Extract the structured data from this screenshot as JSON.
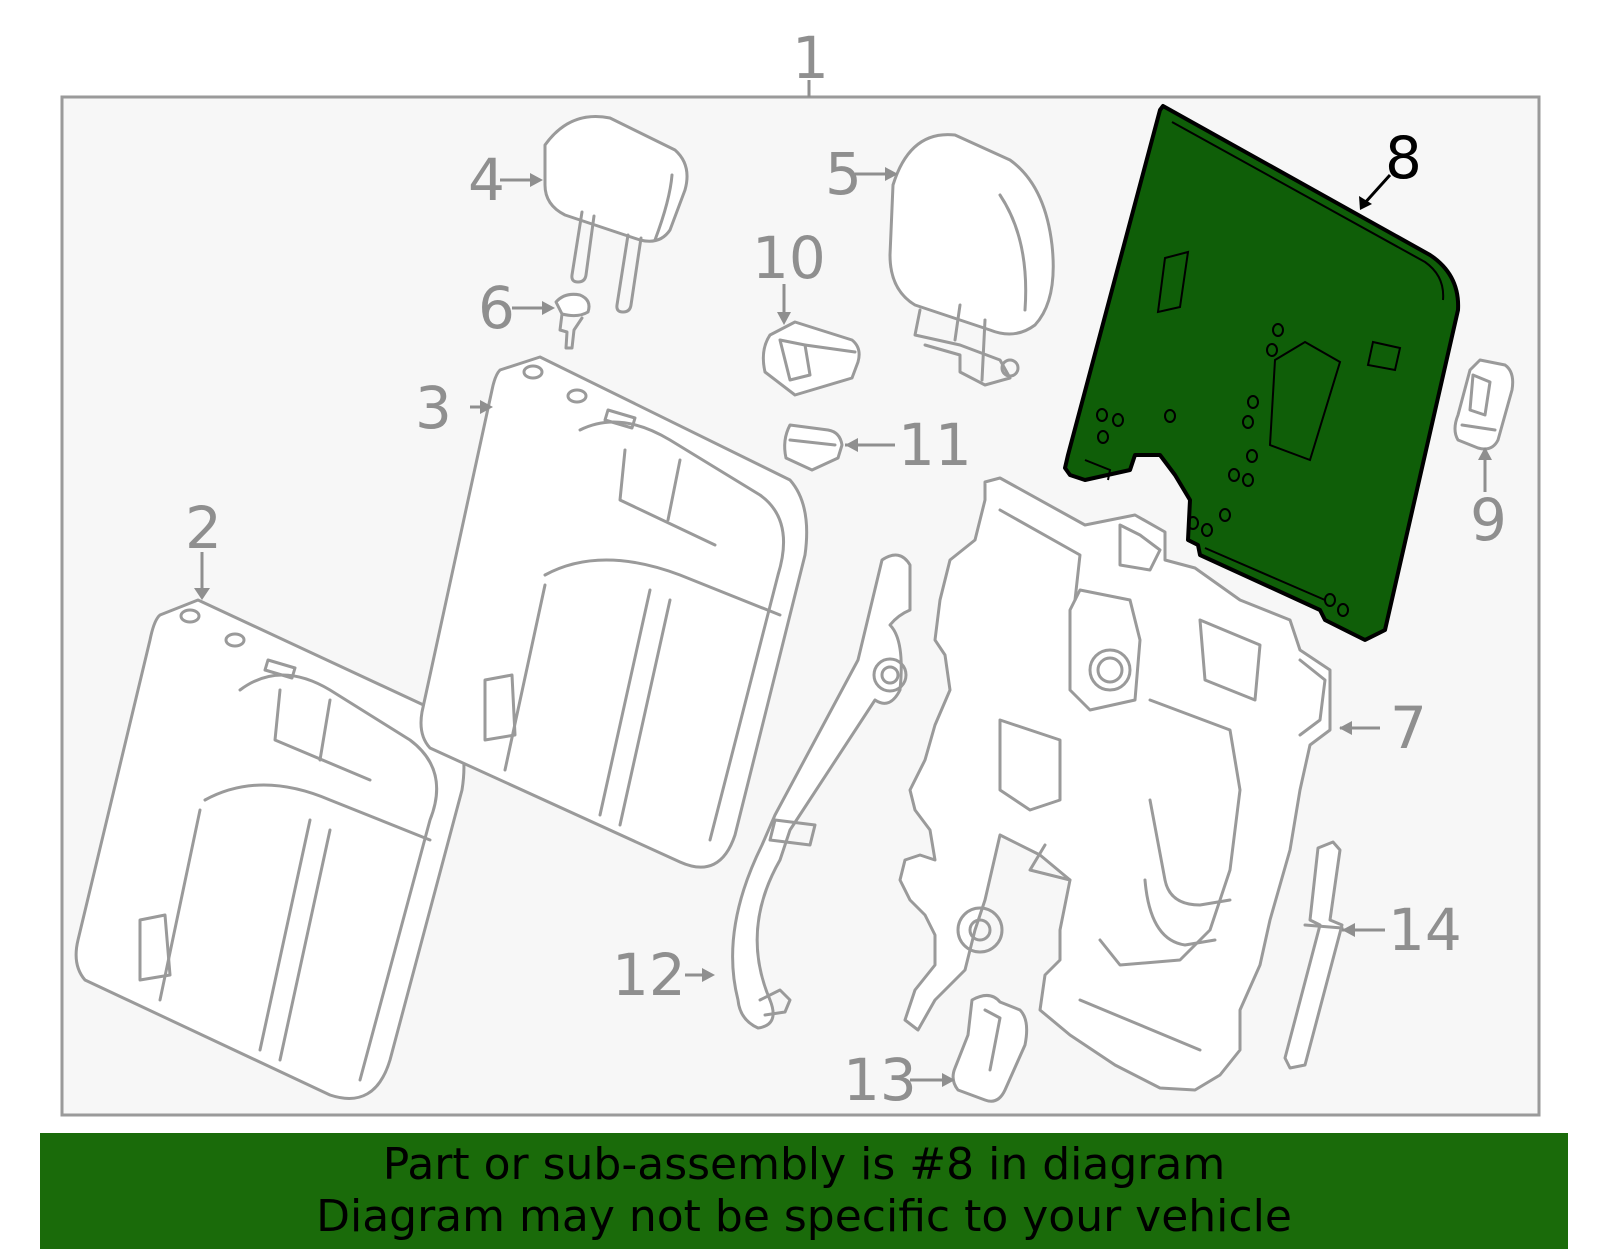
{
  "diagram": {
    "colors": {
      "highlight": "#0f5e08",
      "banner": "#1a6b0a",
      "line": "#9a9a9a",
      "frame_bg": "#f7f7f7"
    },
    "callouts": [
      {
        "id": "1",
        "label": "1"
      },
      {
        "id": "2",
        "label": "2"
      },
      {
        "id": "3",
        "label": "3"
      },
      {
        "id": "4",
        "label": "4"
      },
      {
        "id": "5",
        "label": "5"
      },
      {
        "id": "6",
        "label": "6"
      },
      {
        "id": "7",
        "label": "7"
      },
      {
        "id": "8",
        "label": "8",
        "highlighted": true
      },
      {
        "id": "9",
        "label": "9"
      },
      {
        "id": "10",
        "label": "10"
      },
      {
        "id": "11",
        "label": "11"
      },
      {
        "id": "12",
        "label": "12"
      },
      {
        "id": "13",
        "label": "13"
      },
      {
        "id": "14",
        "label": "14"
      }
    ]
  },
  "banner": {
    "line1": "Part or sub-assembly is #8 in diagram",
    "line2": "Diagram may not be specific to your vehicle"
  }
}
